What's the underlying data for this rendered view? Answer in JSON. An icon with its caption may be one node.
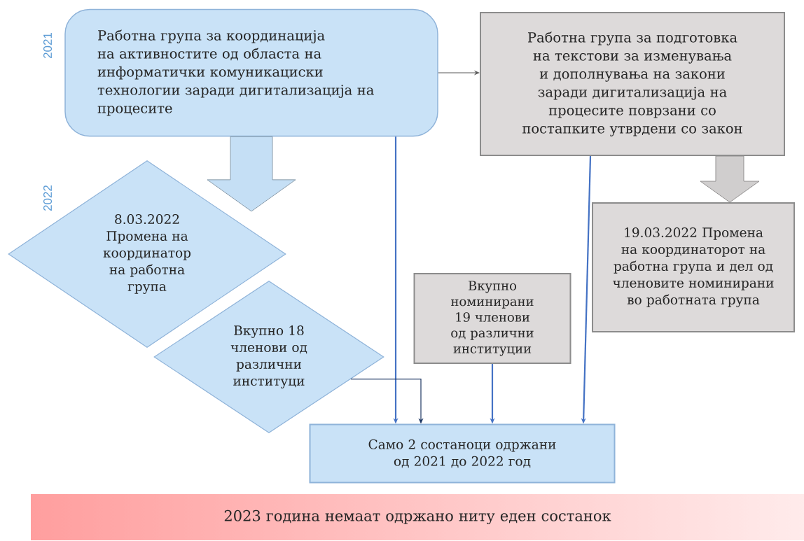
{
  "diagram": {
    "nodes": [
      {
        "text": [
          "Работна група за координација на активностите од областа на информатички комуникациски технологии заради дигитализација на процесите"
        ]
      },
      {
        "text": [
          "Работна група за подготовка на текстови за изменувања и дополнувања на закони заради дигитализација на процесите поврзани со постапките утврдени со закон"
        ]
      },
      {
        "text": [
          "8.03.2022 Промена на координатор на работна група"
        ]
      },
      {
        "text": [
          "Вкупно 18 членови од различни институци"
        ]
      },
      {
        "text": [
          "Вкупно номинирани 19 членови од различни институции"
        ]
      },
      {
        "text": [
          "19.03.2022 Промена на координаторот на работна група и дел од членовите номинирани во работната група"
        ]
      },
      {
        "text": [
          "Само 2 состаноци одржани од 2021 до 2022 год"
        ]
      },
      {
        "text": [
          "2023 година немаат одржано ниту еден состанок"
        ]
      }
    ],
    "edges": [
      {
        "from": 0,
        "to": 1,
        "arrow": "to",
        "color": "#595959"
      },
      {
        "from": 0,
        "to": 2,
        "arrow": "to",
        "style": "thick",
        "color": "#c5dff5"
      },
      {
        "from": 1,
        "to": 5,
        "arrow": "to",
        "style": "thick",
        "color": "#d0cece"
      },
      {
        "from": 0,
        "to": 6,
        "arrow": "to"
      },
      {
        "from": 4,
        "to": 6,
        "arrow": "to"
      },
      {
        "from": 1,
        "to": 6,
        "arrow": "to"
      },
      {
        "from": 3,
        "to": 6,
        "arrow": "to",
        "color": "#1f3864"
      }
    ],
    "labels": [
      "2021",
      "2022"
    ]
  }
}
